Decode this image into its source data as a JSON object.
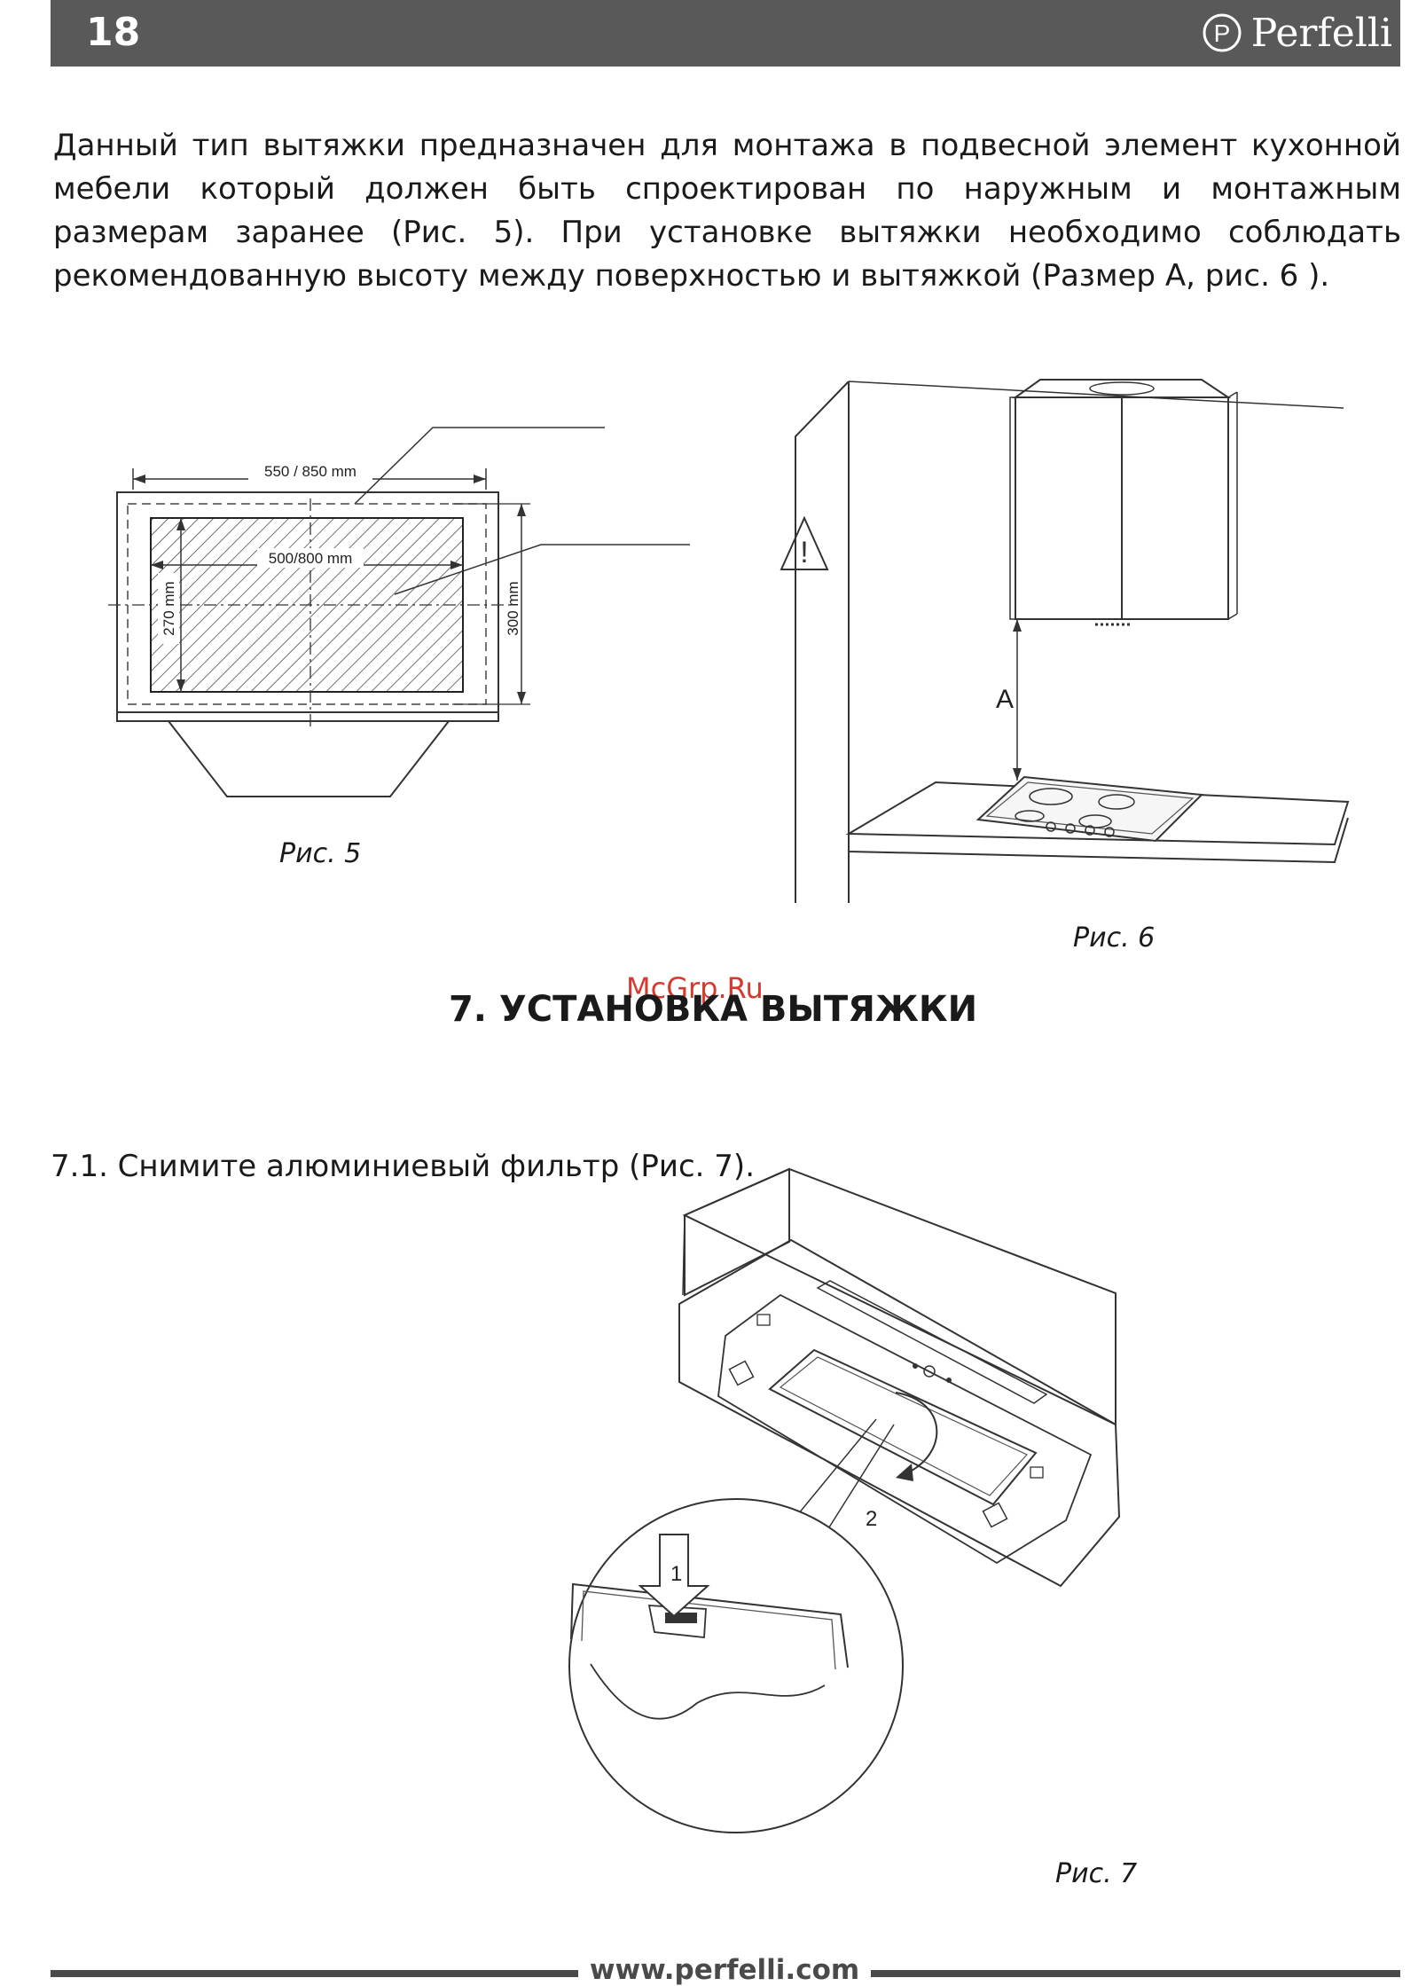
{
  "header": {
    "page_number": "18",
    "brand": "Perfelli",
    "logo_letter": "P"
  },
  "intro_text": "Данный тип вытяжки предназначен для монтажа в подвесной элемент кухонной мебели который должен быть спроектирован по наружным и монтажным размерам заранее (Рис. 5). При установке вытяжки необходимо соблюдать рекомендованную высоту между поверхностью и вытяжкой (Размер А, рис. 6 ).",
  "fig5": {
    "caption": "Рис. 5",
    "dim_outer_width": "550 / 850 mm",
    "dim_inner_width": "500/800 mm",
    "dim_inner_height": "270 mm",
    "dim_outer_height": "300 mm"
  },
  "fig6": {
    "caption": "Рис. 6",
    "dim_label": "A",
    "warning_symbol": "!"
  },
  "watermark": "McGrp.Ru",
  "section_heading": "7. УСТАНОВКА ВЫТЯЖКИ",
  "step_7_1": "7.1. Снимите алюминиевый фильтр (Рис.  7).",
  "fig7": {
    "caption": "Рис. 7",
    "label_1": "1",
    "label_2": "2"
  },
  "footer": {
    "url": "www.perfelli.com"
  }
}
